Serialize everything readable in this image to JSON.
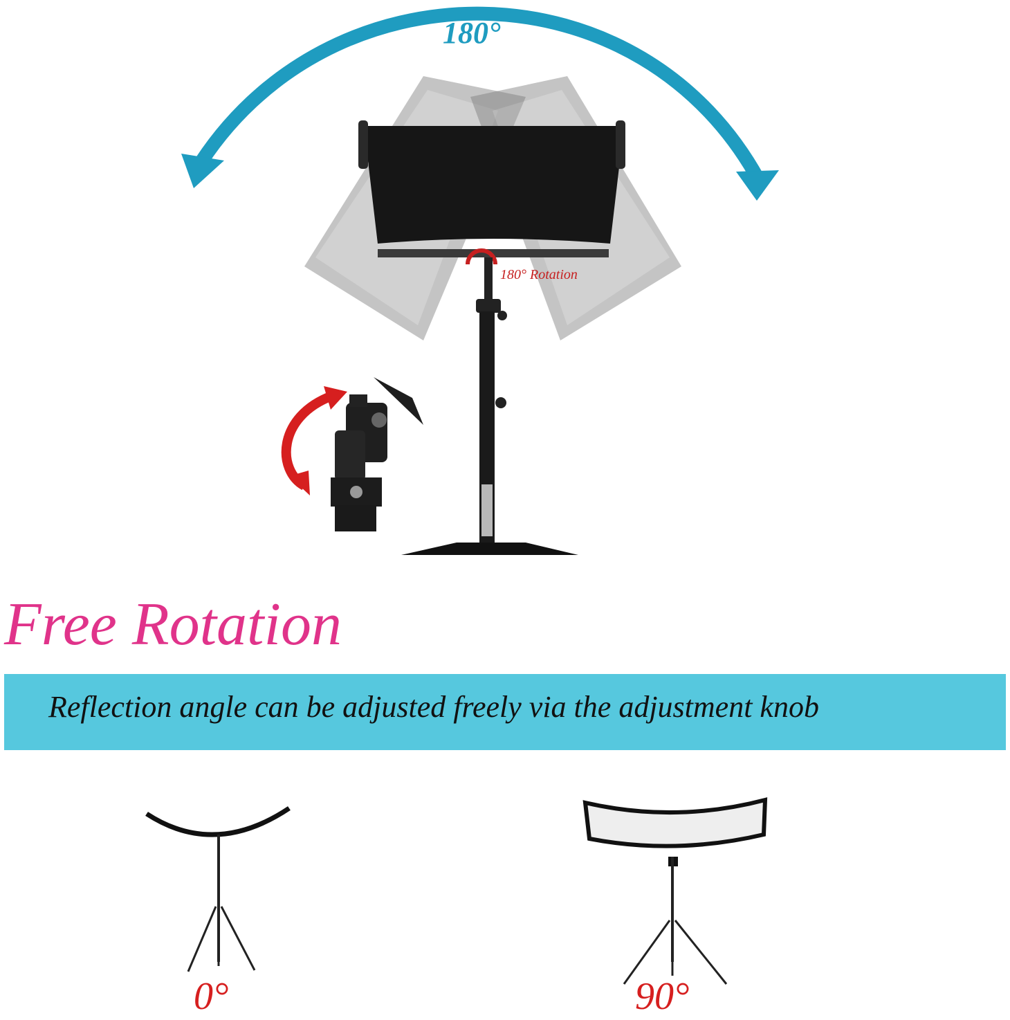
{
  "rotation_label": "180°",
  "mount_label": "180° Rotation",
  "headline": "Free Rotation",
  "banner_text": "Reflection angle can be adjusted freely via the adjustment knob",
  "angle_left": "0°",
  "angle_right": "90°",
  "colors": {
    "arc": "#1f9cc0",
    "red_arrow": "#d61f1f",
    "headline": "#e0338a",
    "banner": "#56c8de"
  }
}
